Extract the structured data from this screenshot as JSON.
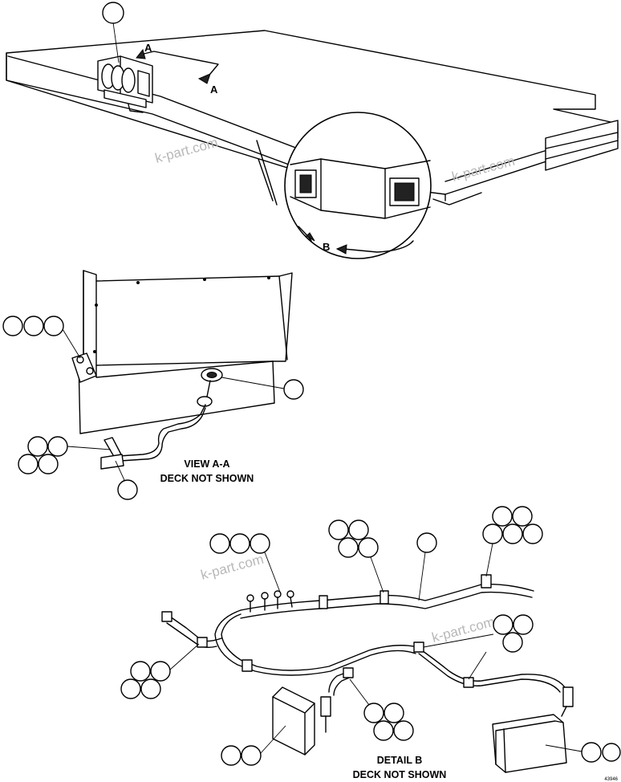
{
  "views": {
    "section_a": "A",
    "section_a_2": "A",
    "detail_b": "B",
    "view_aa_title": "VIEW A-A",
    "view_aa_subtitle": "DECK NOT SHOWN",
    "detail_b_title": "DETAIL B",
    "detail_b_subtitle": "DECK NOT SHOWN"
  },
  "watermarks": [
    "k-part.com",
    "k-part.com",
    "k-part.com",
    "k-part.com"
  ],
  "drawing_number": "43946"
}
